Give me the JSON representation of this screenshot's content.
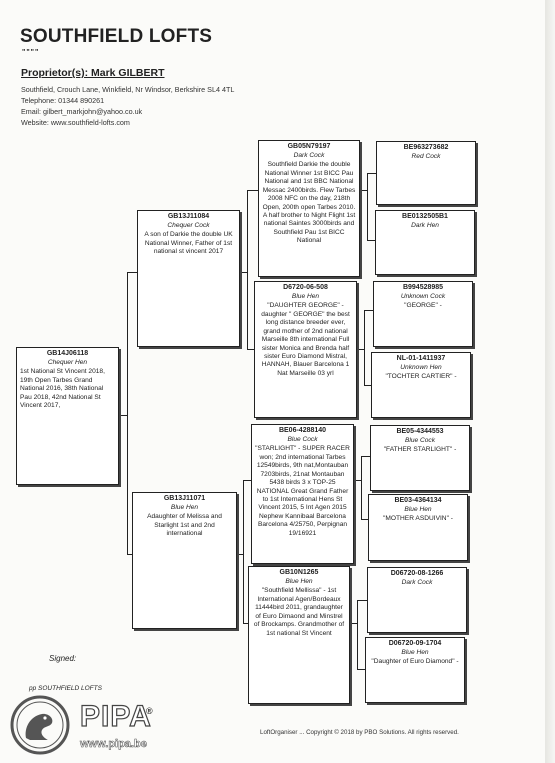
{
  "header": {
    "title": "SOUTHFIELD LOFTS",
    "marks": "\"\"\"\"",
    "proprietor": "Proprietor(s): Mark GILBERT",
    "address": "Southfield, Crouch Lane, Winkfield, Nr Windsor, Berkshire SL4 4TL",
    "telephone": "Telephone: 01344 890261",
    "email": "Email: gilbert_markjohn@yahoo.co.uk",
    "website": "Website: www.southfield-lofts.com"
  },
  "pedigree": {
    "subject": {
      "ring": "GB14J06118",
      "color": "Chequer Hen",
      "desc": "1st National St Vincent 2018, 19th Open Tarbes Grand National 2016, 38th National Pau 2018, 42nd National St Vincent 2017,"
    },
    "sire": {
      "ring": "GB13J11084",
      "color": "Chequer Cock",
      "desc": "A son of Darkie the double UK National Winner, Father of 1st national st vincent 2017"
    },
    "dam": {
      "ring": "GB13J11071",
      "color": "Blue Hen",
      "desc": "Adaughter of Melissa and Starlight 1st and 2nd international"
    },
    "ss": {
      "ring": "GB05N79197",
      "color": "Dark Cock",
      "desc": "Southfield Darkie the double National Winner 1st BICC Pau National and 1st BBC National Messac 2400birds. Flew Tarbes 2008 NFC on the day, 218th Open, 200th open Tarbes 2010. A half brother to Night Flight 1st national Saintes 3000birds and Southfield Pau 1st BICC National"
    },
    "sd": {
      "ring": "D6720-06-508",
      "color": "Blue Hen",
      "desc": "\"DAUGHTER GEORGE\" - daughter \" GEORGE\" the best long distance breeder ever, grand mother of 2nd national Marseille 8th international Full sister Monica and Brenda half sister Euro Diamond Mistral, HANNAH, Blauer Barcelona 1 Nat Marseille 03 yrl"
    },
    "ds": {
      "ring": "BE06-4288140",
      "color": "Blue Cock",
      "desc": "\"STARLIGHT\" - SUPER RACER won; 2nd international Tarbes 12549birds, 9th nat,Montauban 7203birds, 21nat Montauban 5438 birds 3 x TOP-25 NATIONAL Great Grand Father to 1st International Hens St Vincent 2015, 5 Int Agen 2015 Nephew Kannibaal Barcelona Barcelona 4/25750, Perpignan 19/16921"
    },
    "dd": {
      "ring": "GB10N1265",
      "color": "Blue Hen",
      "desc": "\"Southfield Mellissa\" - 1st International Agen/Bordeaux 11444bird 2011, grandaughter of Euro Dimaond and Minstrel of Brockamps. Grandmother of 1st national St Vincent"
    },
    "sss": {
      "ring": "BE963273682",
      "color": "Red Cock",
      "desc": ""
    },
    "ssd": {
      "ring": "BE0132505B1",
      "color": "Dark Hen",
      "desc": ""
    },
    "sds": {
      "ring": "B994528985",
      "color": "Unknown Cock",
      "desc": "\"GEORGE\" -"
    },
    "sdd": {
      "ring": "NL-01-1411937",
      "color": "Unknown Hen",
      "desc": "\"TOCHTER CARTIER\" -"
    },
    "dss": {
      "ring": "BE05-4344553",
      "color": "Blue Cock",
      "desc": "\"FATHER STARLIGHT\" -"
    },
    "dsd": {
      "ring": "BE03-4364134",
      "color": "Blue Hen",
      "desc": "\"MOTHER ASDUIVIN\" -"
    },
    "dds": {
      "ring": "D06720-08-1266",
      "color": "Dark Cock",
      "desc": ""
    },
    "ddd": {
      "ring": "D06720-09-1704",
      "color": "Blue Hen",
      "desc": "\"Daughter of Euro Diamond\" -"
    }
  },
  "footer": {
    "signed": "Signed:",
    "pp": "pp SOUTHFIELD LOFTS",
    "copyright": "LoftOrganiser ... Copyright © 2018 by PBO Solutions. All rights reserved."
  },
  "watermark": {
    "brand": "PIPA",
    "url": "www.pipa.be",
    "colors": {
      "outline": "#444444",
      "fill": "#ffffff"
    }
  }
}
